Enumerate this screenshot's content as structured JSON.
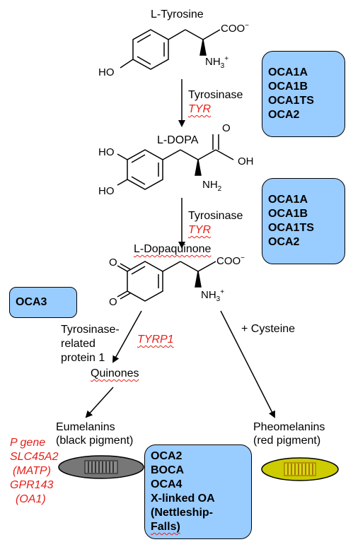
{
  "molecules": {
    "tyrosine": {
      "name": "L-Tyrosine",
      "ho": "HO",
      "carboxylate": "COO",
      "amine": "NH",
      "amine_sub": "3",
      "charge_pos": "+",
      "charge_neg": "−"
    },
    "dopa": {
      "name": "L-DOPA",
      "ho1": "HO",
      "ho2": "HO",
      "oh": "OH",
      "o": "O",
      "amine": "NH",
      "amine_sub": "2"
    },
    "dopaquinone": {
      "name": "L-Dopaquinone",
      "o1": "O",
      "o2": "O",
      "carboxylate": "COO",
      "amine": "NH",
      "amine_sub": "3",
      "charge_pos": "+",
      "charge_neg": "−"
    }
  },
  "steps": {
    "step1": {
      "enzyme": "Tyrosinase",
      "gene": "TYR"
    },
    "step2": {
      "enzyme": "Tyrosinase",
      "gene": "TYR"
    },
    "trp1": {
      "line1": "Tyrosinase-",
      "line2": "related",
      "line3": "protein 1",
      "gene": "TYRP1"
    },
    "cysteine": {
      "label": "+ Cysteine"
    }
  },
  "products": {
    "quinones": "Quinones",
    "eumelanins": {
      "name": "Eumelanins",
      "desc": "(black pigment)"
    },
    "pheomelanins": {
      "name": "Pheomelanins",
      "desc": "(red pigment)"
    }
  },
  "boxes": {
    "box1": [
      "OCA1A",
      "OCA1B",
      "OCA1TS",
      "OCA2"
    ],
    "box2": [
      "OCA1A",
      "OCA1B",
      "OCA1TS",
      "OCA2"
    ],
    "oca3": "OCA3",
    "box4": [
      "OCA2",
      "BOCA",
      "OCA4",
      "X-linked OA",
      "(Nettleship-",
      "Falls)"
    ]
  },
  "genes_left": [
    "P gene",
    "SLC45A2",
    "(MATP)",
    "GPR143",
    "(OA1)"
  ],
  "colors": {
    "box_fill": "#99ccff",
    "gene_red": "#e8201a",
    "eumelanin_fill": "#777777",
    "pheomelanin_fill": "#cccc00"
  }
}
